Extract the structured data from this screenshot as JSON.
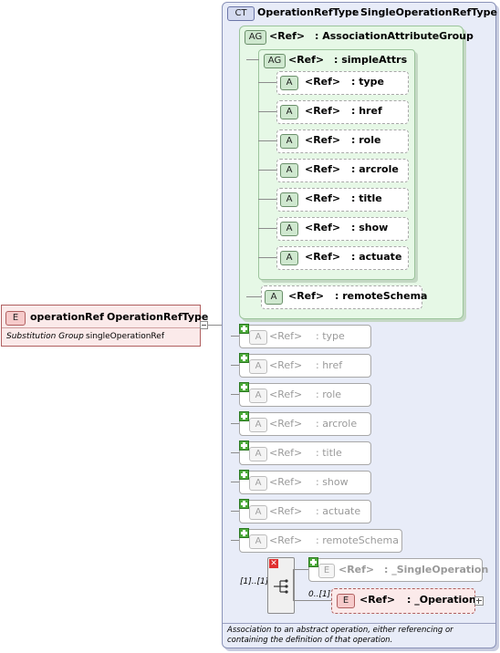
{
  "root_element": {
    "badge": "E",
    "name": "operationRef",
    "sep": ":",
    "type": "OperationRefType",
    "subst_label": "Substitution Group",
    "subst_value": "singleOperationRef"
  },
  "complex_type": {
    "badge": "CT",
    "name": "OperationRefType",
    "sep": ":",
    "base": "SingleOperationRefType"
  },
  "attribute_group": {
    "badge": "AG",
    "ref": "<Ref>",
    "name": ": AssociationAttributeGroup"
  },
  "simple_attrs": {
    "badge": "AG",
    "ref": "<Ref>",
    "name": ": simpleAttrs",
    "items": [
      {
        "badge": "A",
        "ref": "<Ref>",
        "name": ": type"
      },
      {
        "badge": "A",
        "ref": "<Ref>",
        "name": ": href"
      },
      {
        "badge": "A",
        "ref": "<Ref>",
        "name": ": role"
      },
      {
        "badge": "A",
        "ref": "<Ref>",
        "name": ": arcrole"
      },
      {
        "badge": "A",
        "ref": "<Ref>",
        "name": ": title"
      },
      {
        "badge": "A",
        "ref": "<Ref>",
        "name": ": show"
      },
      {
        "badge": "A",
        "ref": "<Ref>",
        "name": ": actuate"
      }
    ]
  },
  "remote_schema": {
    "badge": "A",
    "ref": "<Ref>",
    "name": ": remoteSchema"
  },
  "inherited_attrs": [
    {
      "badge": "A",
      "ref": "<Ref>",
      "name": ": type"
    },
    {
      "badge": "A",
      "ref": "<Ref>",
      "name": ": href"
    },
    {
      "badge": "A",
      "ref": "<Ref>",
      "name": ": role"
    },
    {
      "badge": "A",
      "ref": "<Ref>",
      "name": ": arcrole"
    },
    {
      "badge": "A",
      "ref": "<Ref>",
      "name": ": title"
    },
    {
      "badge": "A",
      "ref": "<Ref>",
      "name": ": show"
    },
    {
      "badge": "A",
      "ref": "<Ref>",
      "name": ": actuate"
    },
    {
      "badge": "A",
      "ref": "<Ref>",
      "name": ": remoteSchema"
    }
  ],
  "choice": {
    "cardinality": "[1]..[1]",
    "options": [
      {
        "badge": "E",
        "ref": "<Ref>",
        "name": ": _SingleOperation"
      },
      {
        "badge": "E",
        "ref": "<Ref>",
        "name": ": _Operation",
        "cardinality": "0..[1]"
      }
    ]
  },
  "documentation": "Association to an abstract operation, either referencing or containing the definition of that operation.",
  "colors": {
    "ct_bg": "#e8ecf8",
    "ag_bg": "#e6f8e6",
    "element_badge": "#f6caca",
    "attr_badge": "#cfe8cf"
  }
}
